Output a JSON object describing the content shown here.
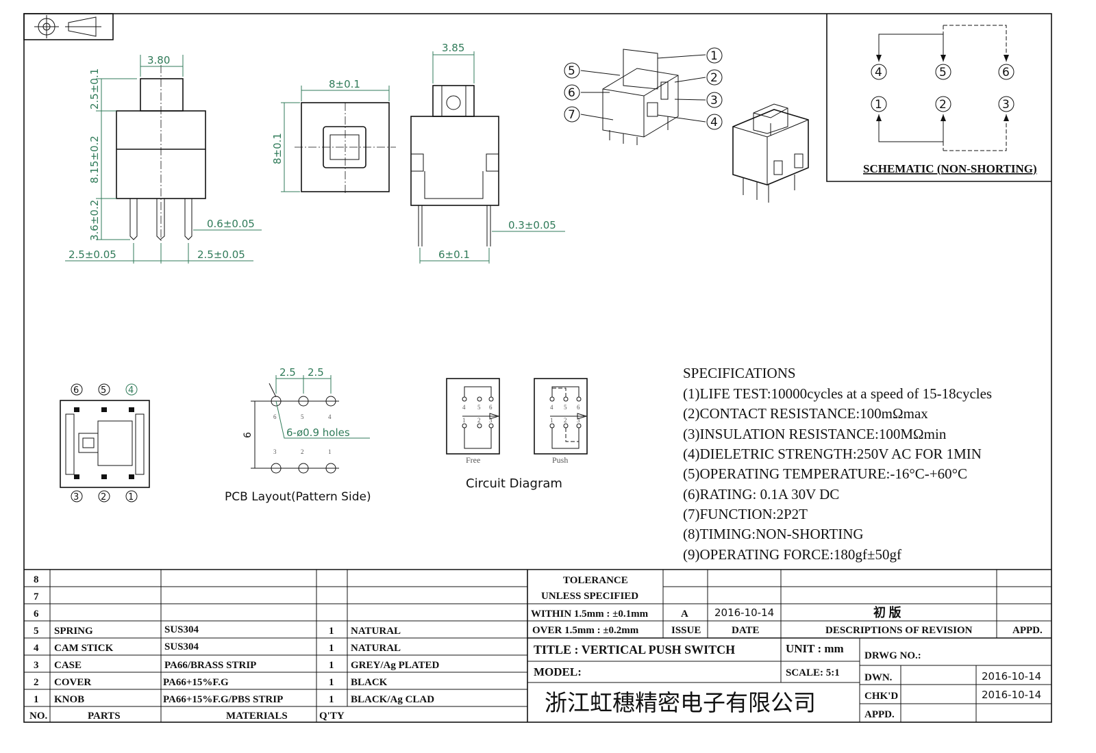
{
  "dimensions": {
    "knob_width": "3.80",
    "knob_height": "2.5±0.1",
    "body_height": "8.15±0.2",
    "pin_length": "3.6±0.2",
    "pin_width": "0.6±0.05",
    "pitch_left": "2.5±0.05",
    "pitch_right": "2.5±0.05",
    "top_width": "8±0.1",
    "top_height": "8±0.1",
    "side_knob_width": "3.85",
    "pin_thickness": "0.3±0.05",
    "pin_span": "6±0.1"
  },
  "callouts": [
    "1",
    "2",
    "3",
    "4",
    "5",
    "6",
    "7"
  ],
  "schematic": {
    "top_pins": [
      "4",
      "5",
      "6"
    ],
    "bottom_pins": [
      "1",
      "2",
      "3"
    ],
    "caption": "SCHEMATIC (NON-SHORTING)"
  },
  "bottom_view": {
    "top_pins": [
      "6",
      "5",
      "4"
    ],
    "bottom_pins": [
      "3",
      "2",
      "1"
    ]
  },
  "pcb": {
    "pitch_a": "2.5",
    "pitch_b": "2.5",
    "row_spacing": "6",
    "holes_label": "6-ø0.9 holes",
    "top_numbers": [
      "6",
      "5",
      "4"
    ],
    "bottom_numbers": [
      "3",
      "2",
      "1"
    ],
    "caption": "PCB Layout(Pattern Side)"
  },
  "circuit": {
    "free_label": "Free",
    "push_label": "Push",
    "top_numbers": [
      "4",
      "5",
      "6"
    ],
    "bottom_numbers": [
      "1",
      "2",
      "3"
    ],
    "caption": "Circuit  Diagram"
  },
  "specifications": {
    "heading": "SPECIFICATIONS",
    "items": [
      "(1)LIFE TEST:10000cycles at a speed of 15-18cycles",
      "(2)CONTACT RESISTANCE:100mΩmax",
      "(3)INSULATION RESISTANCE:100MΩmin",
      "(4)DIELETRIC STRENGTH:250V AC FOR 1MIN",
      "(5)OPERATING TEMPERATURE:-16°C-+60°C",
      "(6)RATING: 0.1A 30V DC",
      "(7)FUNCTION:2P2T",
      "(8)TIMING:NON-SHORTING",
      "(9)OPERATING FORCE:180gf±50gf"
    ]
  },
  "parts_table": {
    "headers": {
      "no": "NO.",
      "parts": "PARTS",
      "materials": "MATERIALS",
      "qty": "Q'TY"
    },
    "rows": [
      {
        "no": "8",
        "part": "",
        "material": "",
        "qty": "",
        "finish": ""
      },
      {
        "no": "7",
        "part": "",
        "material": "",
        "qty": "",
        "finish": ""
      },
      {
        "no": "6",
        "part": "",
        "material": "",
        "qty": "",
        "finish": ""
      },
      {
        "no": "5",
        "part": "SPRING",
        "material": "SUS304",
        "qty": "1",
        "finish": "NATURAL"
      },
      {
        "no": "4",
        "part": "CAM STICK",
        "material": "SUS304",
        "qty": "1",
        "finish": "NATURAL"
      },
      {
        "no": "3",
        "part": "CASE",
        "material": "PA66/BRASS STRIP",
        "qty": "1",
        "finish": "GREY/Ag PLATED"
      },
      {
        "no": "2",
        "part": "COVER",
        "material": "PA66+15%F.G",
        "qty": "1",
        "finish": "BLACK"
      },
      {
        "no": "1",
        "part": "KNOB",
        "material": "PA66+15%F.G/PBS STRIP",
        "qty": "1",
        "finish": "BLACK/Ag CLAD"
      }
    ]
  },
  "title_block": {
    "tolerance_line1": "TOLERANCE",
    "tolerance_line2": "UNLESS  SPECIFIED",
    "within": "WITHIN 1.5mm : ±0.1mm",
    "over": "OVER 1.5mm : ±0.2mm",
    "issue_value": "A",
    "issue_date": "2016-10-14",
    "revision_desc": "初  版",
    "issue_label": "ISSUE",
    "date_label": "DATE",
    "descriptions_label": "DESCRIPTIONS OF REVISION",
    "appd_label": "APPD.",
    "title": "TITLE :  VERTICAL PUSH SWITCH",
    "unit": "UNIT :  mm",
    "drwg_no": "DRWG NO.:",
    "model": "MODEL:",
    "scale": "SCALE:  5:1",
    "company": "浙江虹穗精密电子有限公司",
    "dwn_label": "DWN.",
    "dwn_date": "2016-10-14",
    "chkd_label": "CHK'D",
    "chkd_date": "2016-10-14",
    "appd_row_label": "APPD."
  }
}
